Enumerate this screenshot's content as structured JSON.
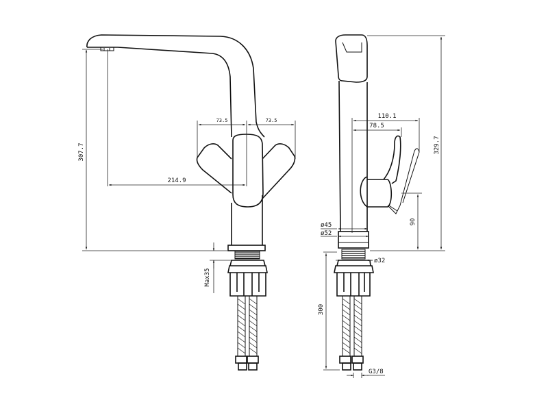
{
  "dimensions": {
    "front_spout_height": "307.7",
    "front_reach": "214.9",
    "front_handle_left": "73.5",
    "front_handle_right": "73.5",
    "front_max_thickness": "Max35",
    "side_handle_reach": "110.1",
    "side_body_reach": "78.5",
    "side_total_height": "329.7",
    "side_handle_height": "90",
    "side_diameter_top": "ø45",
    "side_diameter_base": "ø52",
    "side_shank_diameter": "ø32",
    "side_hose_length": "300",
    "side_thread": "G3/8"
  }
}
